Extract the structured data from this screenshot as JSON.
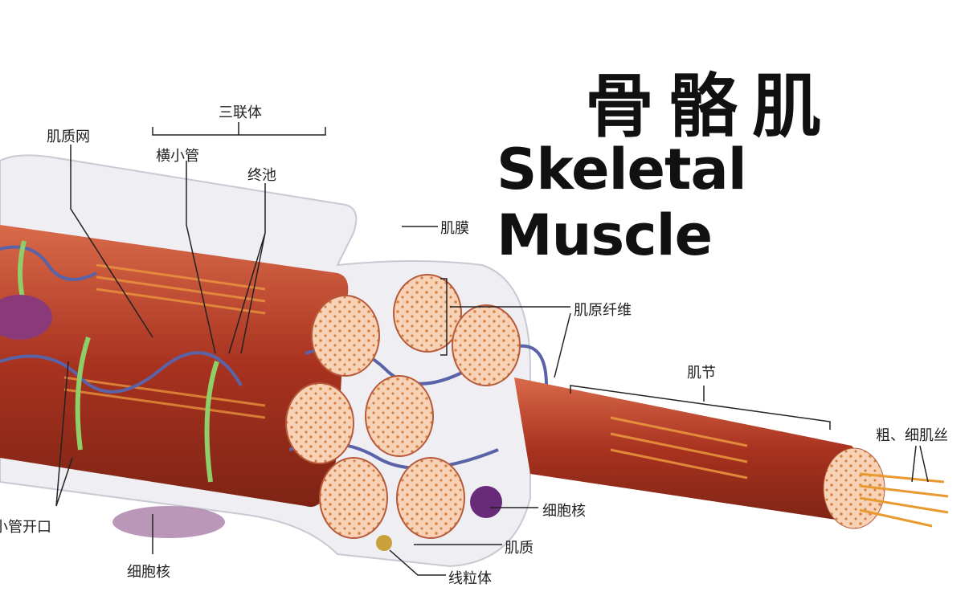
{
  "title": {
    "chinese": "骨骼肌",
    "english": "Skeletal Muscle"
  },
  "labels": {
    "triad": "三联体",
    "sarcoplasmic_reticulum": "肌质网",
    "t_tubule": "横小管",
    "terminal_cisterna": "终池",
    "sarcolemma": "肌膜",
    "myofibril": "肌原纤维",
    "sarcomere": "肌节",
    "filaments": "粗、细肌丝",
    "nucleus_right": "细胞核",
    "sarcoplasm": "肌质",
    "mitochondrion": "线粒体",
    "tubule_opening": "小管开口",
    "nucleus_bottom": "细胞核"
  },
  "colors": {
    "muscle": "#b8442c",
    "reticulum": "#5a63a8",
    "tubule": "#8fcf6a",
    "myofibril_end": "#f6cdb0",
    "membrane": "#e8e8ee"
  }
}
